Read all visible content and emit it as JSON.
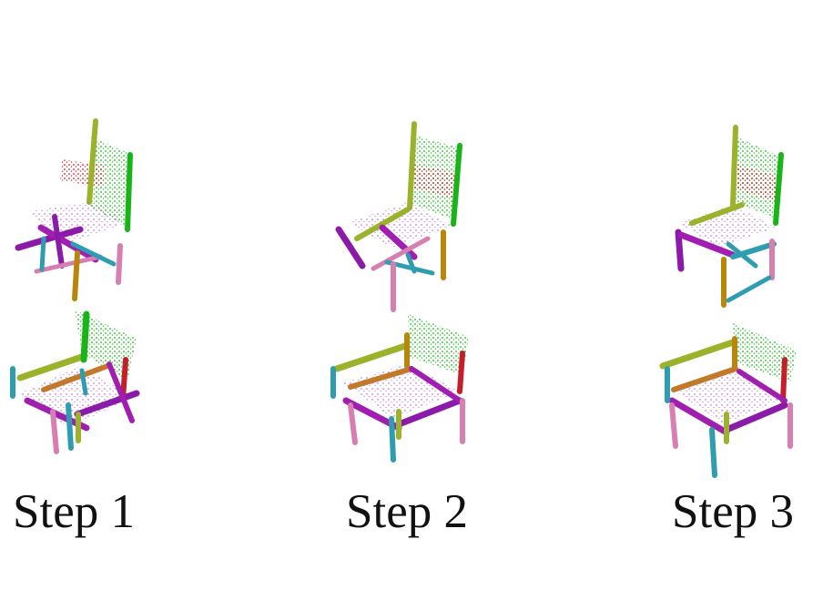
{
  "steps": [
    {
      "label": "Step 1"
    },
    {
      "label": "Step 2"
    },
    {
      "label": "Step 3"
    }
  ],
  "part_colors": {
    "seat": "#a01fb0",
    "backrest": "#19b418",
    "back_slat": "#c41e2a",
    "arm": "#9ab32a",
    "leg_orange": "#b8860b",
    "leg_pink": "#d77fb0",
    "leg_cyan": "#2f9db0",
    "rail_purple": "#8c1aa8",
    "rail_orange": "#c27a2a",
    "accent_magenta": "#c91a7a"
  }
}
